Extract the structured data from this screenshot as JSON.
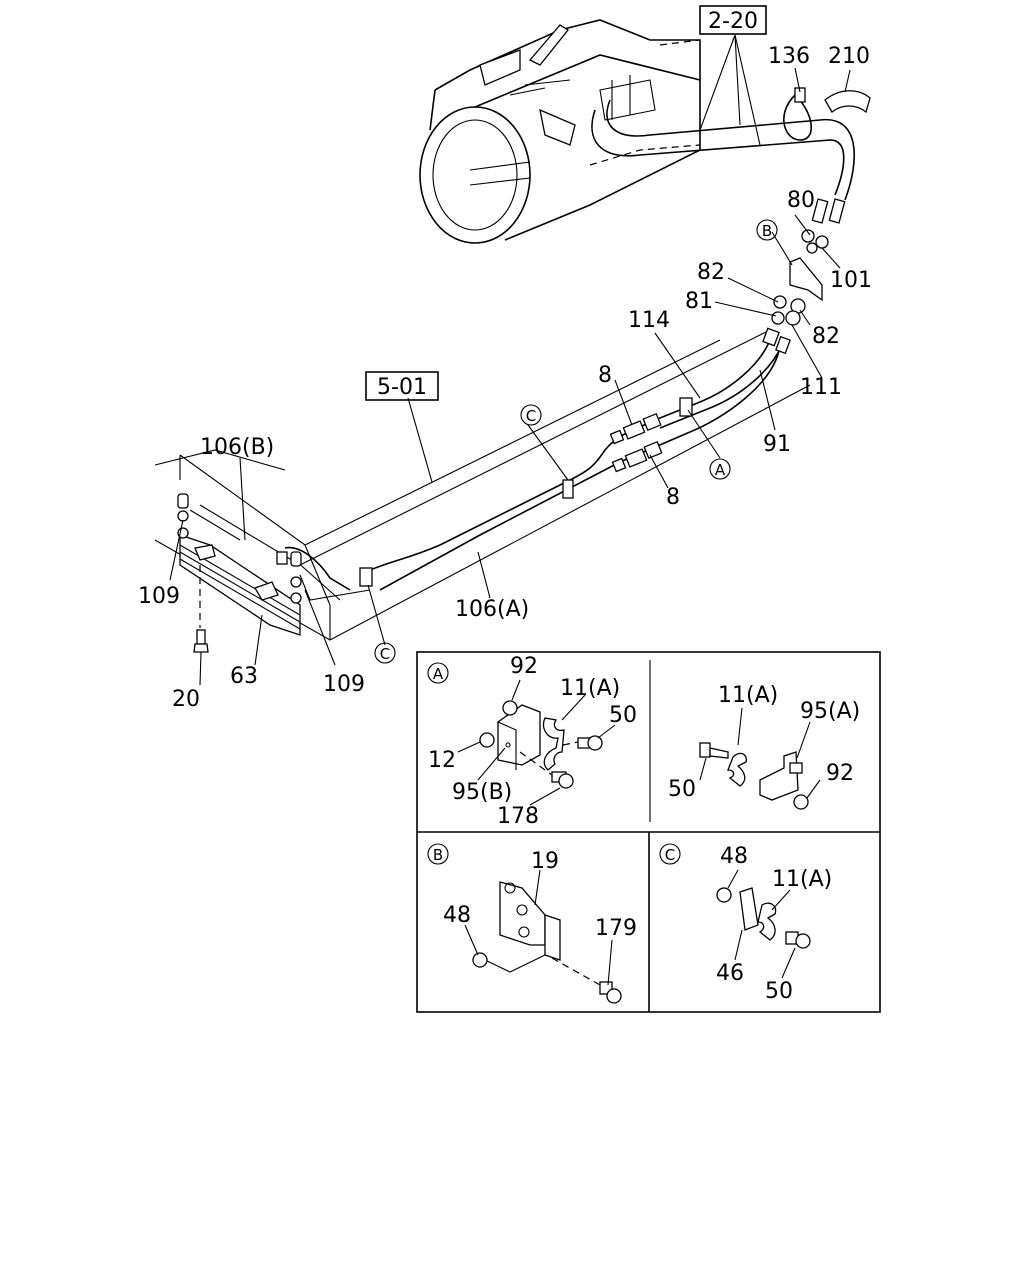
{
  "refs": {
    "ref_2_20": "2-20",
    "ref_5_01": "5-01"
  },
  "callouts": {
    "c136": "136",
    "c210": "210",
    "c80": "80",
    "c101": "101",
    "c82a": "82",
    "c81": "81",
    "c82b": "82",
    "c111": "111",
    "c114": "114",
    "c8a": "8",
    "c8b": "8",
    "c91": "91",
    "c106b": "106(B)",
    "c106a": "106(A)",
    "c109a": "109",
    "c109b": "109",
    "c63": "63",
    "c20": "20"
  },
  "view_markers": {
    "b_top": "B",
    "c_top": "C",
    "a_mid": "A",
    "c_low": "C"
  },
  "details": {
    "a1": {
      "marker": "A",
      "labels": [
        "92",
        "11(A)",
        "50",
        "12",
        "95(B)",
        "178"
      ]
    },
    "a2": {
      "labels": [
        "11(A)",
        "95(A)",
        "50",
        "92"
      ]
    },
    "b": {
      "marker": "B",
      "labels": [
        "19",
        "48",
        "179"
      ]
    },
    "c": {
      "marker": "C",
      "labels": [
        "48",
        "11(A)",
        "46",
        "50"
      ]
    }
  }
}
